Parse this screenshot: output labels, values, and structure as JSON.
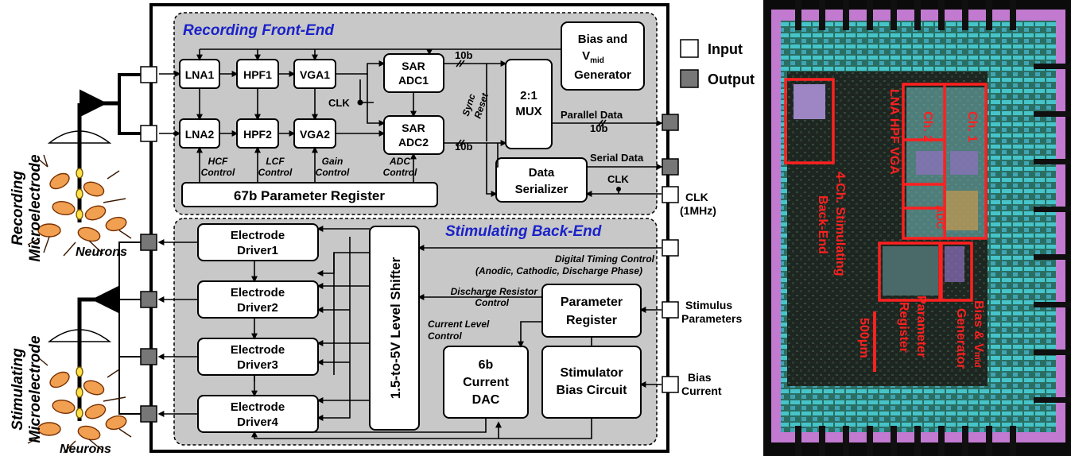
{
  "legend": {
    "input": "Input",
    "output": "Output"
  },
  "left_labels": {
    "recording": [
      "Recording",
      "Microelectrode"
    ],
    "stimulating": [
      "Stimulating",
      "Microelectrode"
    ],
    "neurons_top": "Neurons",
    "neurons_bottom": "Neurons"
  },
  "recording": {
    "title": "Recording Front-End",
    "lna1": "LNA1",
    "lna2": "LNA2",
    "hpf1": "HPF1",
    "hpf2": "HPF2",
    "vga1": "VGA1",
    "vga2": "VGA2",
    "sar1": [
      "SAR",
      "ADC1"
    ],
    "sar2": [
      "SAR",
      "ADC2"
    ],
    "mux": [
      "2:1",
      "MUX"
    ],
    "bias": [
      "Bias and",
      "V",
      "mid",
      "Generator"
    ],
    "serializer": [
      "Data",
      "Serializer"
    ],
    "param_reg": "67b Parameter Register",
    "clk": "CLK",
    "clk2": "CLK",
    "b10_1": "10b",
    "b10_2": "10b",
    "b10_3": "10b",
    "sync": [
      "Sync",
      "Reset"
    ],
    "parallel": "Parallel Data",
    "serial": "Serial Data",
    "controls": [
      [
        "HCF",
        "Control"
      ],
      [
        "LCF",
        "Control"
      ],
      [
        "Gain",
        "Control"
      ],
      [
        "ADC",
        "Control"
      ]
    ]
  },
  "stim": {
    "title": "Stimulating Back-End",
    "drivers": [
      [
        "Electrode",
        "Driver1"
      ],
      [
        "Electrode",
        "Driver2"
      ],
      [
        "Electrode",
        "Driver3"
      ],
      [
        "Electrode",
        "Driver4"
      ]
    ],
    "level_shifter": "1.5-to-5V Level Shifter",
    "timing": [
      "Digital Timing Control",
      "(Anodic, Cathodic, Discharge Phase)"
    ],
    "discharge": [
      "Discharge Resistor",
      "Control"
    ],
    "current_level": [
      "Current Level",
      "Control"
    ],
    "param": [
      "Parameter",
      "Register"
    ],
    "dac": [
      "6b",
      "Current",
      "DAC"
    ],
    "bias_circuit": [
      "Stimulator",
      "Bias Circuit"
    ]
  },
  "pins": {
    "clk": [
      "CLK",
      "(1MHz)"
    ],
    "stim_params": [
      "Stimulus",
      "Parameters"
    ],
    "bias_current": [
      "Bias",
      "Current"
    ]
  },
  "die": {
    "ch1": "Ch. 1",
    "ch2": "Ch. 2",
    "lna_hpf_vga": "LNA  HPF VGA",
    "adc": "ADC",
    "back_end": [
      "4-Ch. Stimulating",
      "Back-End"
    ],
    "param_reg": [
      "Parameter",
      "Register"
    ],
    "bias_gen": [
      "Bias & V",
      "mid",
      "Generator"
    ],
    "scale": "500μm"
  },
  "colors": {
    "region": "#c8c8c8",
    "output_pin": "#777777",
    "title_blue": "#1a22c8",
    "die_red": "#ff2020"
  }
}
